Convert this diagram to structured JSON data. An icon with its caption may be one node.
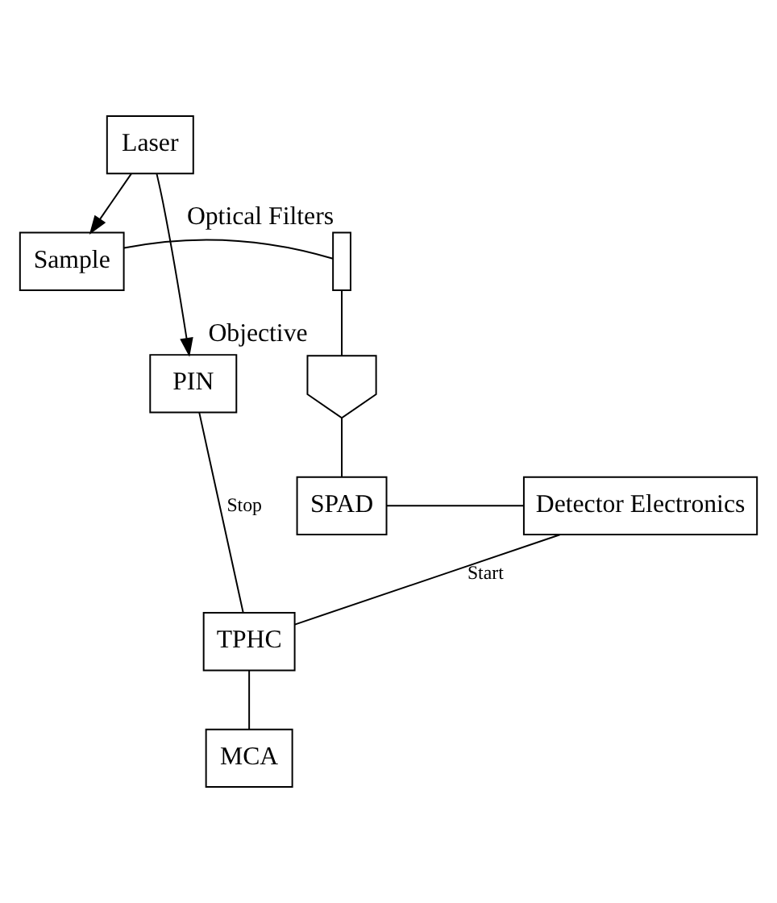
{
  "diagram": {
    "nodes": [
      {
        "text": [
          "Laser"
        ]
      },
      {
        "text": [
          "Sample"
        ]
      },
      {
        "text": [
          "Optical Filters"
        ]
      },
      {
        "text": [
          "PIN"
        ]
      },
      {
        "text": [
          "Objective"
        ]
      },
      {
        "text": [
          "Detector Electronics"
        ]
      },
      {
        "text": [
          "SPAD"
        ]
      },
      {
        "text": [
          "TPHC"
        ]
      },
      {
        "text": [
          "MCA"
        ]
      }
    ],
    "edges": [
      {
        "from": 0,
        "to": 3,
        "arrow": "to"
      },
      {
        "from": 0,
        "to": 1,
        "arrow": "to"
      },
      {
        "from": 1,
        "to": 2,
        "arrow": "none"
      },
      {
        "from": 2,
        "to": 4,
        "arrow": "none"
      },
      {
        "from": 4,
        "to": 6,
        "arrow": "none"
      },
      {
        "from": 6,
        "to": 5,
        "arrow": "none"
      },
      {
        "from": 3,
        "to": 7,
        "label": "Stop",
        "arrow": "none"
      },
      {
        "from": 5,
        "to": 7,
        "label": "Start",
        "arrow": "none"
      },
      {
        "from": 7,
        "to": 8,
        "arrow": "none"
      }
    ]
  }
}
